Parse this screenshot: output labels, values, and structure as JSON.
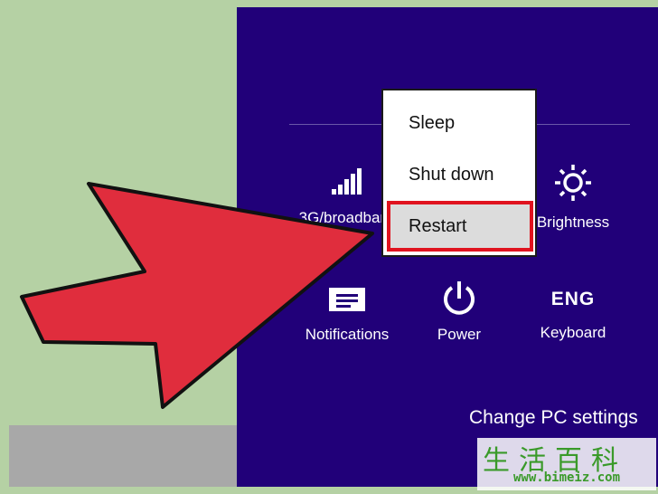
{
  "charms": {
    "tiles": [
      {
        "label": "3G/broadband",
        "icon": "signal-bars-icon"
      },
      {
        "label": "Brightness",
        "icon": "sun-icon"
      },
      {
        "label": "Notifications",
        "icon": "notifications-icon"
      },
      {
        "label": "Power",
        "icon": "power-icon"
      },
      {
        "label": "Keyboard",
        "icon": "keyboard-eng-icon",
        "icon_text": "ENG"
      }
    ],
    "change_pc_settings": "Change PC settings"
  },
  "power_menu": {
    "items": [
      {
        "label": "Sleep",
        "highlighted": false
      },
      {
        "label": "Shut down",
        "highlighted": false
      },
      {
        "label": "Restart",
        "highlighted": true
      }
    ],
    "highlight_color": "#e0131f"
  },
  "colors": {
    "panel": "#210079",
    "background": "#b5d1a4",
    "arrow": "#e02d3d"
  },
  "watermark": {
    "chars": "生活百科",
    "url": "www.bimeiz.com"
  }
}
